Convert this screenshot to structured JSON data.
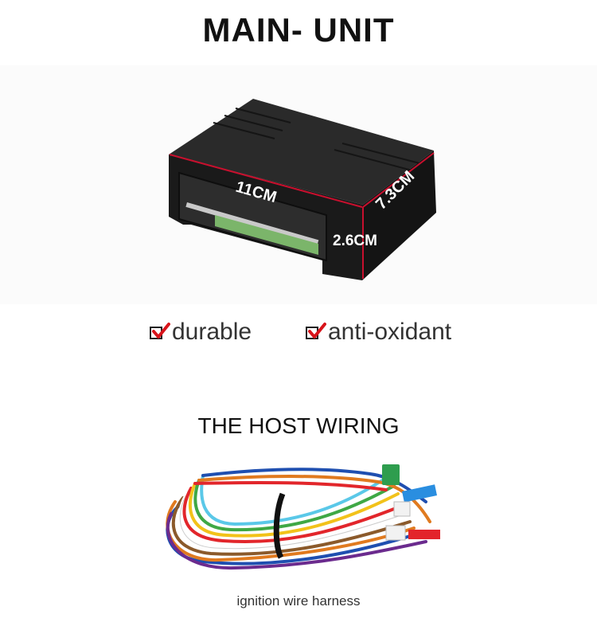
{
  "title": "MAIN- UNIT",
  "dimensions": {
    "length": "11CM",
    "width": "7.3CM",
    "height": "2.6CM"
  },
  "features": [
    {
      "label": "durable",
      "icon": "checkbox-checked-icon"
    },
    {
      "label": "anti-oxidant",
      "icon": "checkbox-checked-icon"
    }
  ],
  "subtitle": "THE HOST WIRING",
  "caption": "ignition wire harness",
  "colors": {
    "check": "#d8141b",
    "dimension_line": "#c8102e",
    "unit_body": "#202020"
  }
}
